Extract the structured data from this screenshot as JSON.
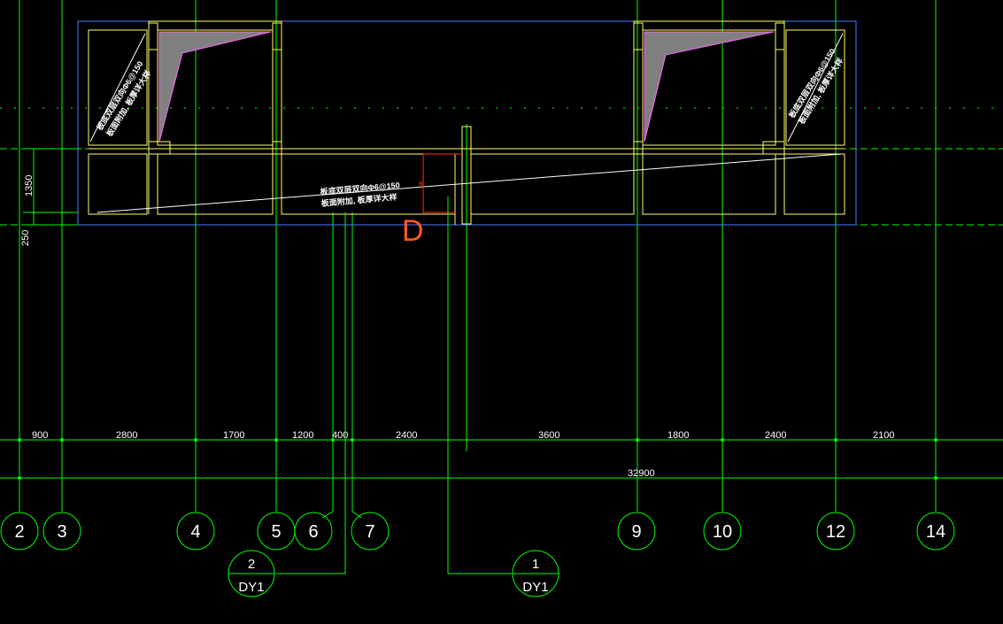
{
  "colors": {
    "background": "#000000",
    "axis_line": "#00ff00",
    "wall": "#ffff66",
    "boundary": "#4a7cff",
    "slab_line": "#ffffff",
    "markup": "#ff5a1a",
    "section": "#ff3300",
    "hatch": "#808080",
    "hatch_edge": "#ff66ff"
  },
  "axes": [
    {
      "label": "2"
    },
    {
      "label": "3"
    },
    {
      "label": "4"
    },
    {
      "label": "5"
    },
    {
      "label": "6"
    },
    {
      "label": "7"
    },
    {
      "label": "9"
    },
    {
      "label": "10"
    },
    {
      "label": "12"
    },
    {
      "label": "14"
    }
  ],
  "dimensions": {
    "spans": [
      "900",
      "2800",
      "1700",
      "1200",
      "400",
      "2400",
      "3600",
      "1800",
      "2400",
      "2100"
    ],
    "total": "32900",
    "vertical": [
      "1350",
      "250"
    ]
  },
  "section_symbols": [
    {
      "number": "2",
      "sheet": "DY1"
    },
    {
      "number": "1",
      "sheet": "DY1"
    }
  ],
  "slab_notes": {
    "left": {
      "line1": "板底双层双向Φ6@150",
      "line2": "板面附加, 板厚详大样"
    },
    "center": {
      "line1": "板底双层双向Φ6@150",
      "line2": "板面附加, 板厚详大样"
    },
    "right": {
      "line1": "板底双层双向Φ6@150",
      "line2": "板面附加, 板厚详大样"
    }
  },
  "markup": {
    "letter": "D",
    "section_mark": "B"
  }
}
